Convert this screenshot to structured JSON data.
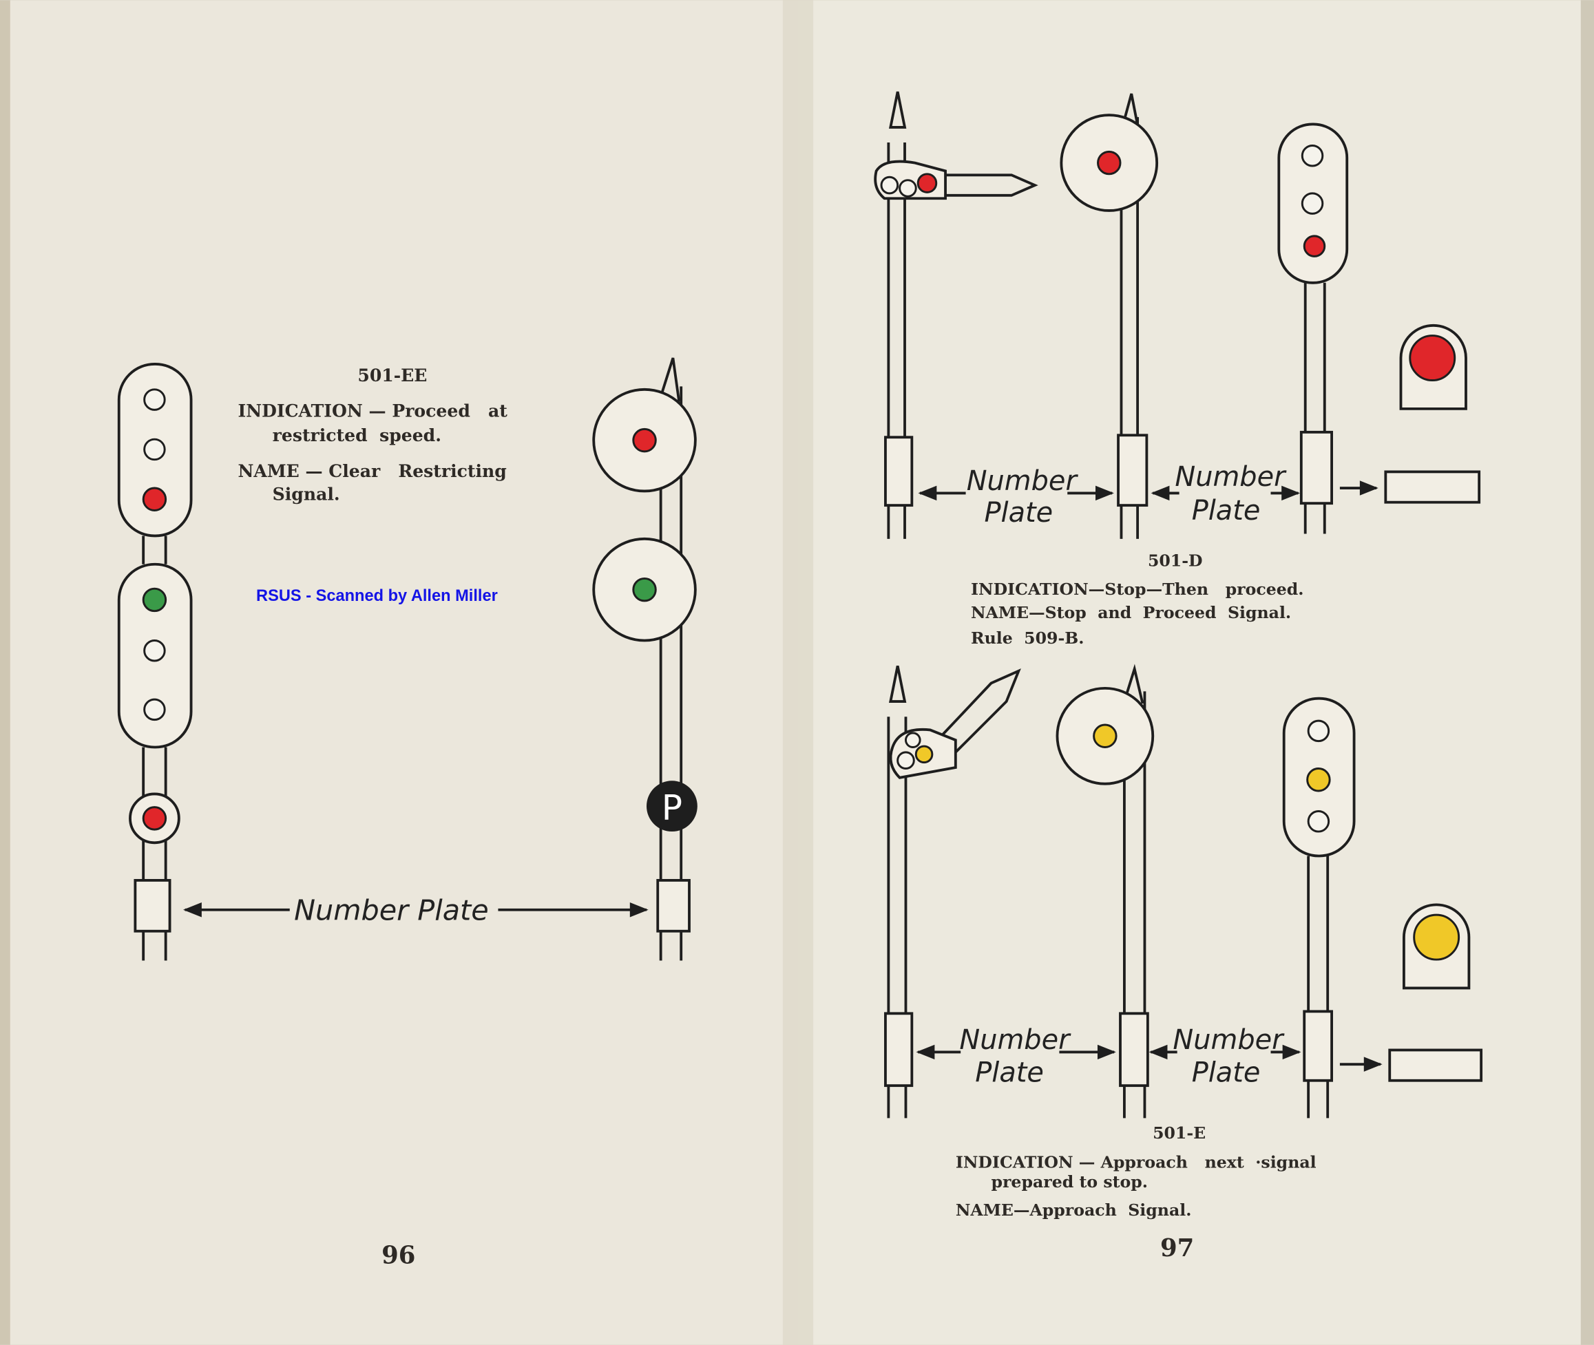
{
  "left_page": {
    "page_number": "96",
    "signal_id": "501-EE",
    "indication_line1": "INDICATION — Proceed   at",
    "indication_line2": "restricted  speed.",
    "name_line1": "NAME — Clear   Restricting",
    "name_line2": "Signal.",
    "number_plate_label": "Number Plate",
    "marker_letter": "P",
    "watermark": "RSUS - Scanned by Allen Miller"
  },
  "right_page": {
    "page_number": "97",
    "upper": {
      "signal_id": "501-D",
      "indication": "INDICATION—Stop—Then   proceed.",
      "name": "NAME—Stop  and  Proceed  Signal.",
      "rule": "Rule  509-B.",
      "plate_label_a1": "Number",
      "plate_label_a2": "Plate",
      "plate_label_b1": "Number",
      "plate_label_b2": "Plate"
    },
    "lower": {
      "signal_id": "501-E",
      "indication_line1": "INDICATION — Approach   next  ·signal",
      "indication_line2": "prepared to stop.",
      "name": "NAME—Approach  Signal.",
      "plate_label_a1": "Number",
      "plate_label_a2": "Plate",
      "plate_label_b1": "Number",
      "plate_label_b2": "Plate"
    }
  },
  "colors": {
    "paper": "#ece8dd",
    "red": "#e0262a",
    "green": "#3a9a48",
    "yellow": "#f0c828",
    "ink": "#1e1e1e"
  }
}
